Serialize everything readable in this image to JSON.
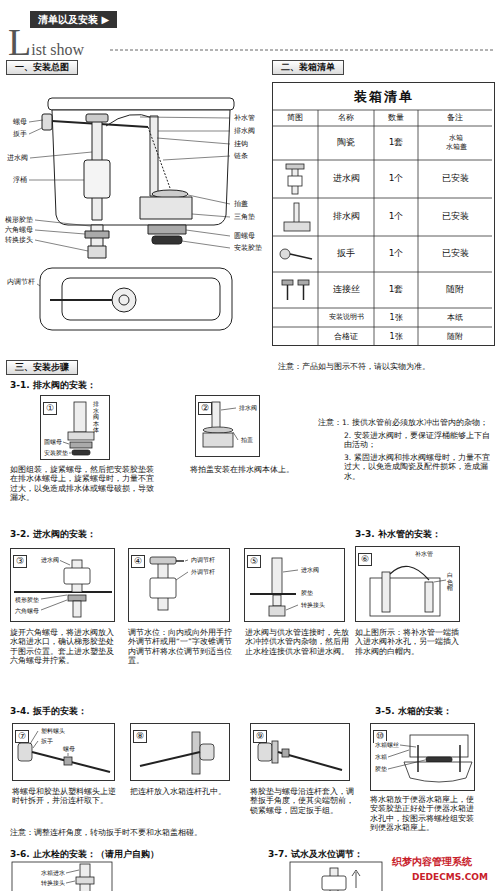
{
  "diagram": {
    "title": "List show",
    "nodes": [
      {
        "text": [
          "清单以及安装 ▶"
        ]
      },
      {
        "text": [
          "一、安装总图"
        ]
      },
      {
        "text": [
          "二、装箱清单"
        ]
      },
      {
        "text": [
          "装箱清单"
        ]
      },
      {
        "text": [
          "三、安装步骤"
        ]
      },
      {
        "text": [
          "①"
        ]
      },
      {
        "text": [
          "②"
        ]
      },
      {
        "text": [
          "③"
        ]
      },
      {
        "text": [
          "④"
        ]
      },
      {
        "text": [
          "⑤"
        ]
      },
      {
        "text": [
          "⑥"
        ]
      },
      {
        "text": [
          "⑦"
        ]
      },
      {
        "text": [
          "⑧"
        ]
      },
      {
        "text": [
          "⑨"
        ]
      },
      {
        "text": [
          "⑩"
        ]
      }
    ],
    "labels": [
      "螺母",
      "扳手",
      "进水阀",
      "浮桶",
      "横形胶垫",
      "六角螺母",
      "转换接头",
      "补水管",
      "排水阀",
      "挂钩",
      "链条",
      "拍盖",
      "三角垫",
      "圆螺母",
      "安装胶垫",
      "内调节杆",
      "简图",
      "名称",
      "数量",
      "备注",
      "陶瓷",
      "1套",
      "水箱 水箱盖",
      "进水阀",
      "1个",
      "已安装",
      "排水阀",
      "1个",
      "已安装",
      "扳手",
      "1个",
      "已安装",
      "连接丝",
      "1套",
      "随附",
      "安装说明书",
      "1张",
      "本纸",
      "合格证",
      "1张",
      "随附",
      "注意：产品如与图示不符，请以实物为准。",
      "3-1. 排水阀的安装：",
      "排水阀本体",
      "圆螺母",
      "安装胶垫",
      "如图组装，旋紧螺母，然后把安装胶垫装在排水体螺母上，旋紧螺母时，力量不宜过大，以免造成排水体或螺母破损，导致漏水。",
      "排水阀",
      "拍盖",
      "将拍盖安装在排水阀本体上。",
      "注意：1. 接供水管前必须放水冲出管内的杂物；",
      "2. 安装进水阀时，要保证浮桶能够上下自由活动；",
      "3. 紧固进水阀和排水阀螺母时，力量不宜过大，以免造成陶瓷及配件损坏，造成漏水。",
      "3-2. 进水阀的安装：",
      "3-3. 补水管的安装：",
      "进水阀",
      "横形胶垫",
      "六角螺母",
      "旋开六角螺母，将进水阀放入水箱进水口，确认梯形胶垫处于图示位置。套上进水塑垫及六角螺母并拧紧。",
      "内调节杆",
      "外调节杆",
      "调节水位：向内或向外用手拧外调节杆或用“一”字改锥调节内调节杆将水位调节到适当位置。",
      "进水阀",
      "胶垫",
      "转换接头",
      "进水阀与供水管连接时，先放水冲掉供水管内杂物，然后用止水栓连接供水管和进水阀。",
      "补水管",
      "白色帽",
      "如上图所示：将补水管一端插入进水阀补水孔，另一端插入排水阀的白帽内。",
      "3-4. 扳手的安装：",
      "3-5. 水箱的安装：",
      "塑料螺头",
      "扳手",
      "螺母",
      "将螺母和胶垫从塑料螺头上逆时针拆开，并沿连杆取下。",
      "把连杆放入水箱连杆孔中。",
      "将胶垫与螺母沿连杆套入，调整扳手角度，使其尖端朝前，锁紧螺母，固定扳手组。",
      "水箱螺丝",
      "水箱",
      "胶垫",
      "将水箱放于便器水箱座上，使安装胶垫正好处于便器水箱进水孔中，按图示将螺栓组安装到便器水箱座上。",
      "注意：调整连杆角度，转动扳手时不要和水箱盖相碰。",
      "3-6. 止水栓的安装：（请用户自购）",
      "水箱进水",
      "转换接头",
      "3-7. 试水及水位调节：",
      "织梦内容管理系统",
      "DEDECMS.COM"
    ]
  }
}
